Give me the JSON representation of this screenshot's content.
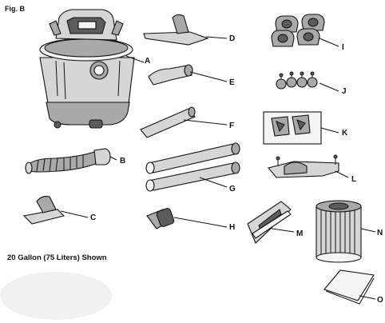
{
  "figure": {
    "fig_label": "Fig. B",
    "caption": "20 Gallon (75 Liters) Shown"
  },
  "parts": {
    "A": "A",
    "B": "B",
    "C": "C",
    "D": "D",
    "E": "E",
    "F": "F",
    "G": "G",
    "H": "H",
    "I": "I",
    "J": "J",
    "K": "K",
    "L": "L",
    "M": "M",
    "N": "N",
    "O": "O"
  }
}
